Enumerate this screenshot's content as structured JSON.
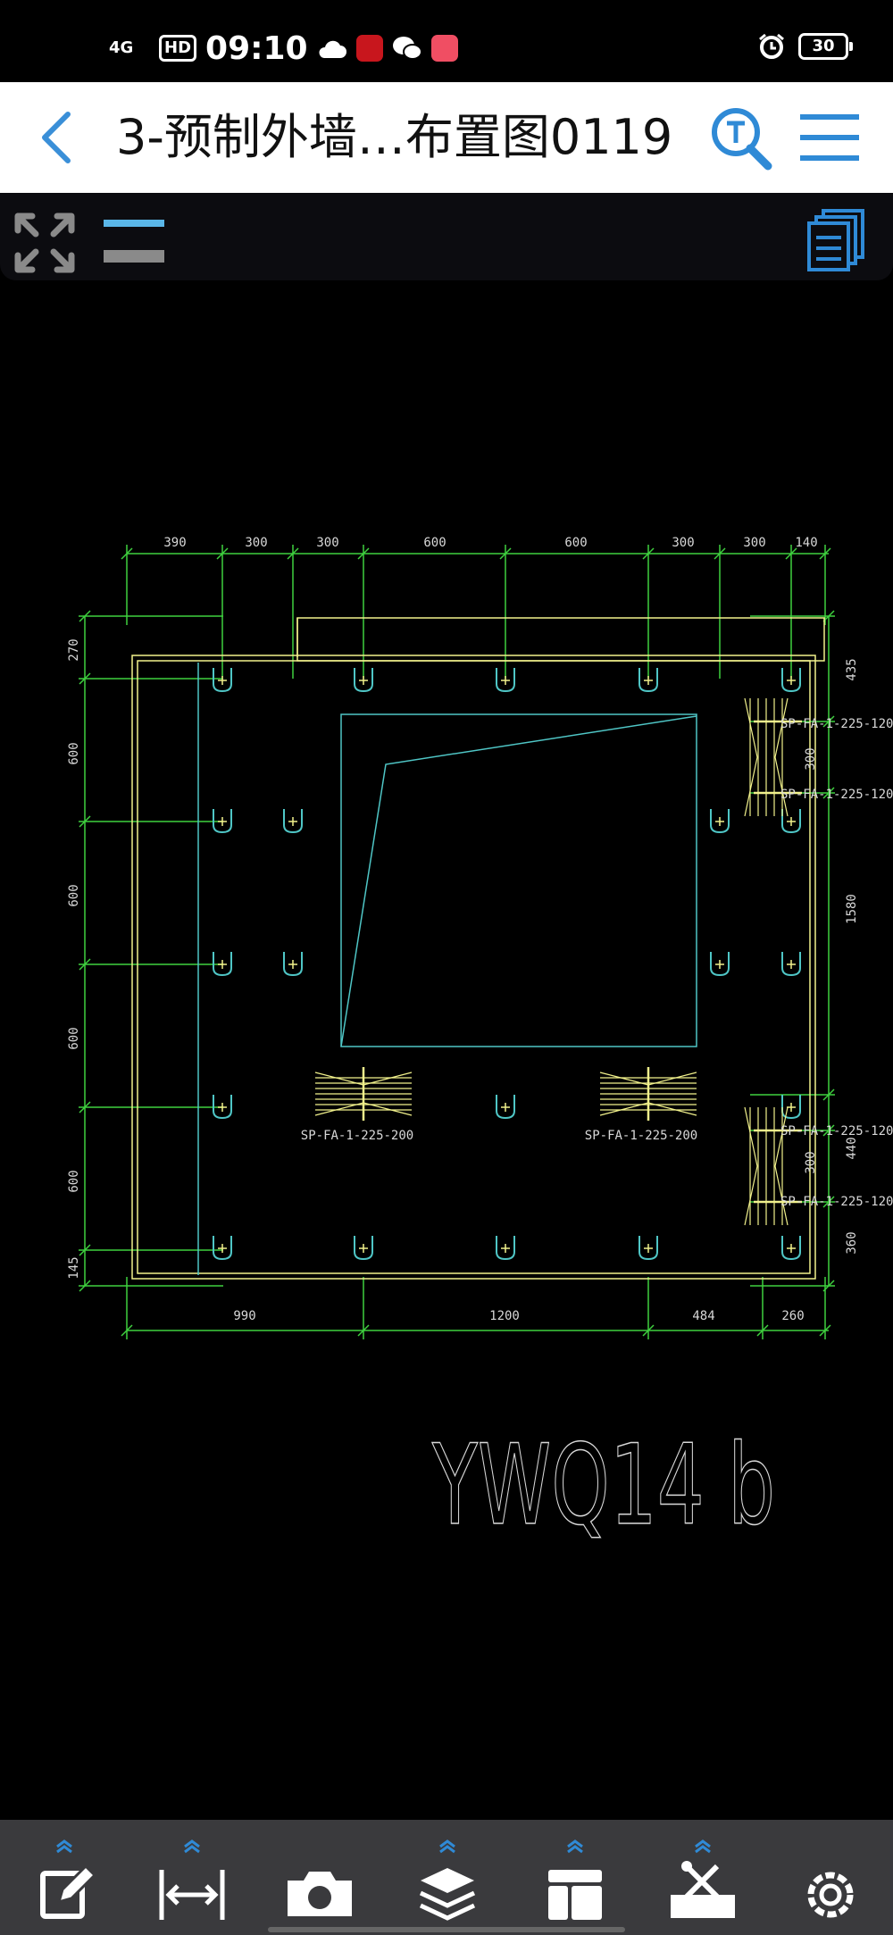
{
  "status_bar": {
    "network": "4G",
    "hd": "HD",
    "time": "09:10",
    "battery": "30",
    "icons": [
      "weather-cloud-icon",
      "app-red-icon",
      "wechat-icon",
      "app-pink-icon",
      "alarm-icon"
    ]
  },
  "title_bar": {
    "title": "3-预制外墙…布置图0119",
    "icons": [
      "back-icon",
      "text-search-icon",
      "menu-icon"
    ]
  },
  "toolbar": {
    "icons": [
      "expand-icon",
      "line-weight-icon",
      "documents-icon"
    ]
  },
  "drawing": {
    "label": "YWQ14 b",
    "top_dims": [
      "390",
      "300",
      "300",
      "600",
      "600",
      "300",
      "300",
      "140"
    ],
    "bottom_dims": [
      "990",
      "1200",
      "484",
      "260"
    ],
    "left_dims": [
      "270",
      "600",
      "600",
      "600",
      "600",
      "145"
    ],
    "right_dims": [
      "435",
      "300",
      "1580",
      "440",
      "300",
      "360"
    ],
    "annotations_right": [
      "SP-FA-1-225-120",
      "SP-FA-1-225-120",
      "SP-FA-1-225-120",
      "SP-FA-1-225-120"
    ],
    "annotations_mid": [
      "SP-FA-1-225-200",
      "SP-FA-1-225-200"
    ],
    "colors": {
      "dim": "#3fd13f",
      "outline": "#f2f28c",
      "accent": "#4fc6c6",
      "text": "#d8d8d8"
    }
  },
  "bottom_toolbar": {
    "items": [
      "edit-icon",
      "measure-icon",
      "camera-icon",
      "layers-icon",
      "layout-icon",
      "toolbox-icon",
      "settings-icon"
    ]
  }
}
